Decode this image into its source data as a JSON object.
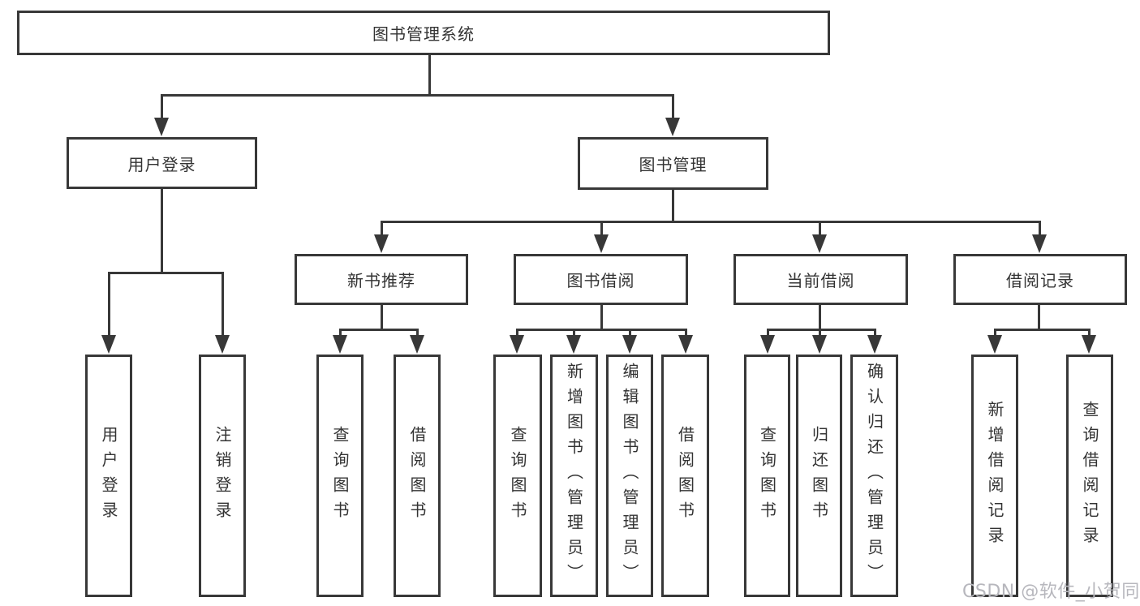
{
  "diagram": {
    "type": "hierarchy-tree",
    "root": {
      "label": "图书管理系统"
    },
    "branches": [
      {
        "label": "用户登录",
        "leaves": [
          {
            "label": "用户登录"
          },
          {
            "label": "注销登录"
          }
        ]
      },
      {
        "label": "图书管理",
        "groups": [
          {
            "label": "新书推荐",
            "leaves": [
              {
                "label": "查询图书"
              },
              {
                "label": "借阅图书"
              }
            ]
          },
          {
            "label": "图书借阅",
            "leaves": [
              {
                "label": "查询图书"
              },
              {
                "label": "新增图书（管理员）"
              },
              {
                "label": "编辑图书（管理员）"
              },
              {
                "label": "借阅图书"
              }
            ]
          },
          {
            "label": "当前借阅",
            "leaves": [
              {
                "label": "查询图书"
              },
              {
                "label": "归还图书"
              },
              {
                "label": "确认归还（管理员）"
              }
            ]
          },
          {
            "label": "借阅记录",
            "leaves": [
              {
                "label": "新增借阅记录"
              },
              {
                "label": "查询借阅记录"
              }
            ]
          }
        ]
      }
    ],
    "watermark": "CSDN @软件_小贺同学",
    "colors": {
      "line": "#383838",
      "text": "#333333",
      "background": "#ffffff",
      "watermark": "#b7b7bd"
    }
  }
}
